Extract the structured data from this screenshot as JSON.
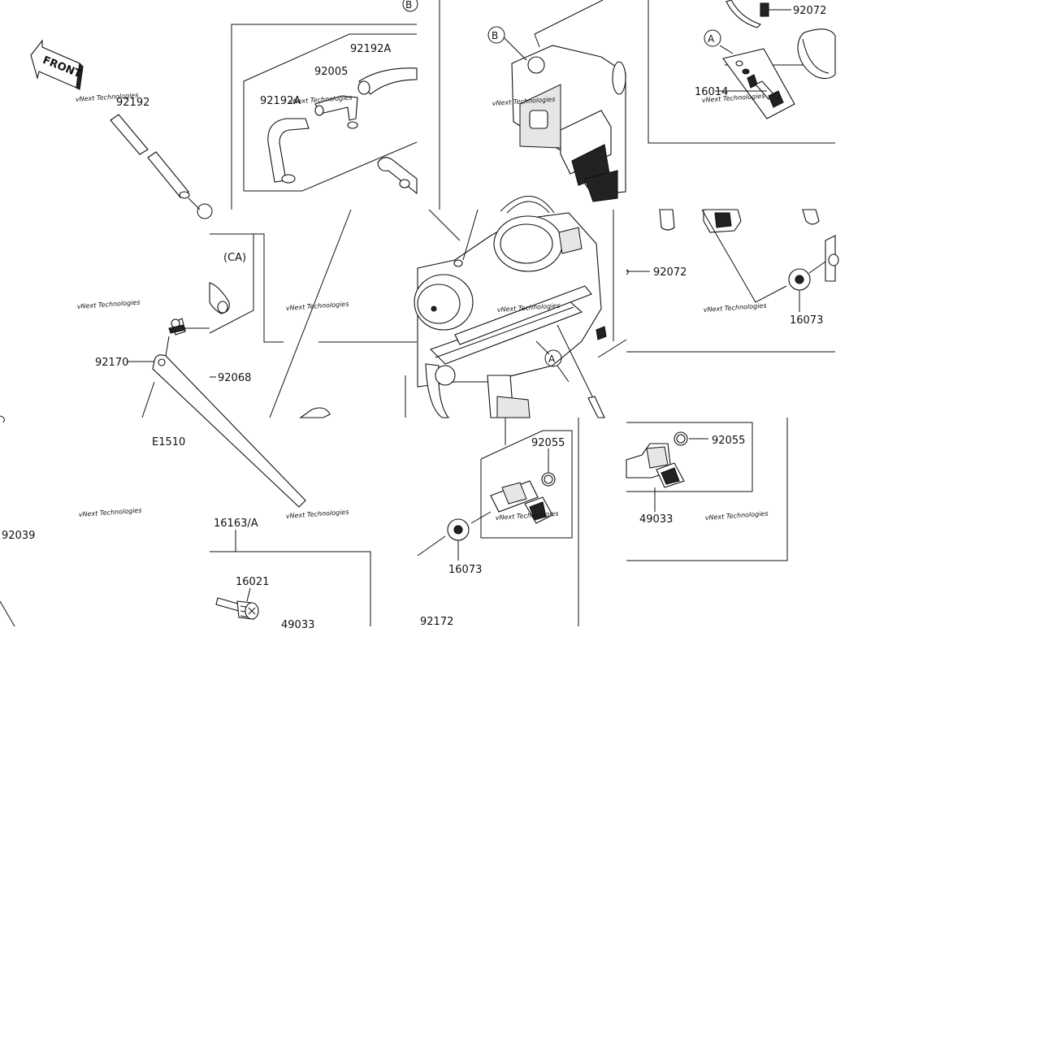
{
  "diagram": {
    "front_label": "FRONT",
    "callout_refs": {
      "a": "A",
      "b": "B"
    },
    "variant_tag": "(CA)",
    "part_numbers": {
      "p92192": "92192",
      "p92192A_right": "92192A",
      "p92005": "92005",
      "p92192A_left": "92192A",
      "p92072_top": "92072",
      "p16014": "16014",
      "p92072_mid": "92072",
      "p16073_right": "16073",
      "p92170": "92170",
      "p92068": "92068",
      "pE1510": "E1510",
      "p92055_center": "92055",
      "p92055_right": "92055",
      "p49033_right": "49033",
      "p16073_center": "16073",
      "p92039": "92039",
      "p16163A": "16163/A",
      "p16021": "16021",
      "p49033_bottom": "49033",
      "p92172": "92172"
    },
    "watermark": "vNext Technologies"
  }
}
